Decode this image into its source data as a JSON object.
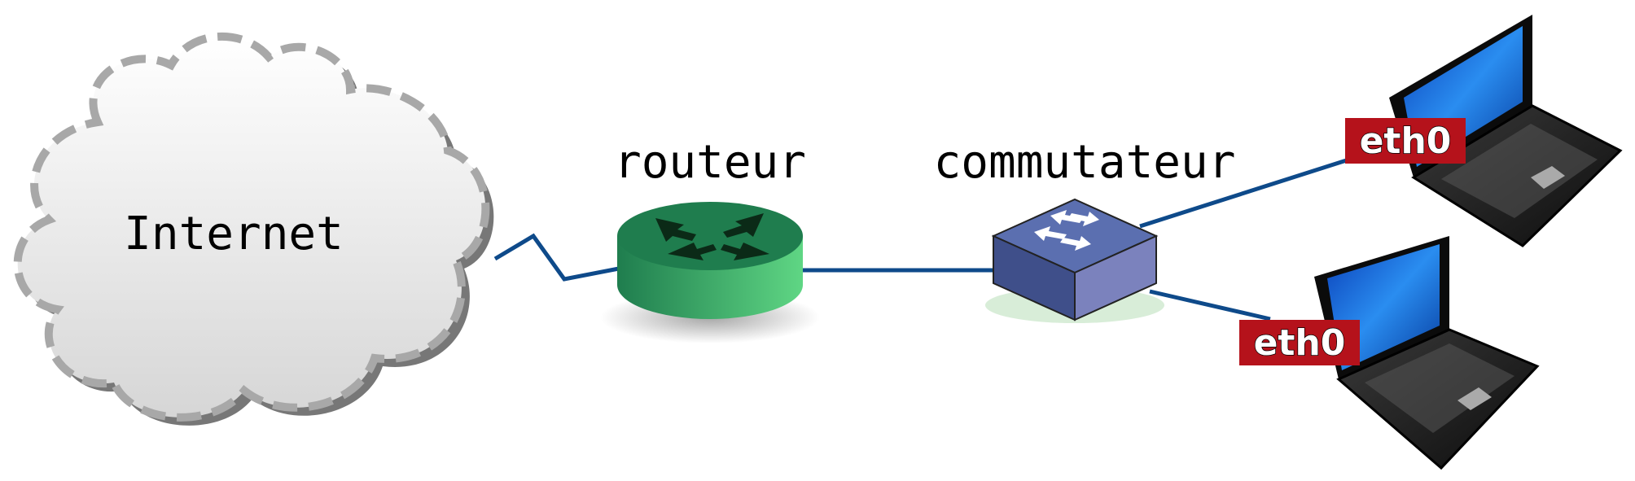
{
  "labels": {
    "internet": "Internet",
    "router": "routeur",
    "switch": "commutateur",
    "laptop_top_iface": "eth0",
    "laptop_bottom_iface": "eth0"
  },
  "colors": {
    "link": "#0e4a8a",
    "router_dark": "#1e7a4a",
    "router_light": "#5ad27e",
    "switch_top": "#5b6fb0",
    "switch_side": "#3f4f8a",
    "iface_badge": "#b5121b",
    "cloud_outline": "#a8a8a8"
  },
  "icons": {
    "cloud": "cloud-icon",
    "router": "router-icon",
    "switch": "switch-icon",
    "laptop": "laptop-icon"
  }
}
